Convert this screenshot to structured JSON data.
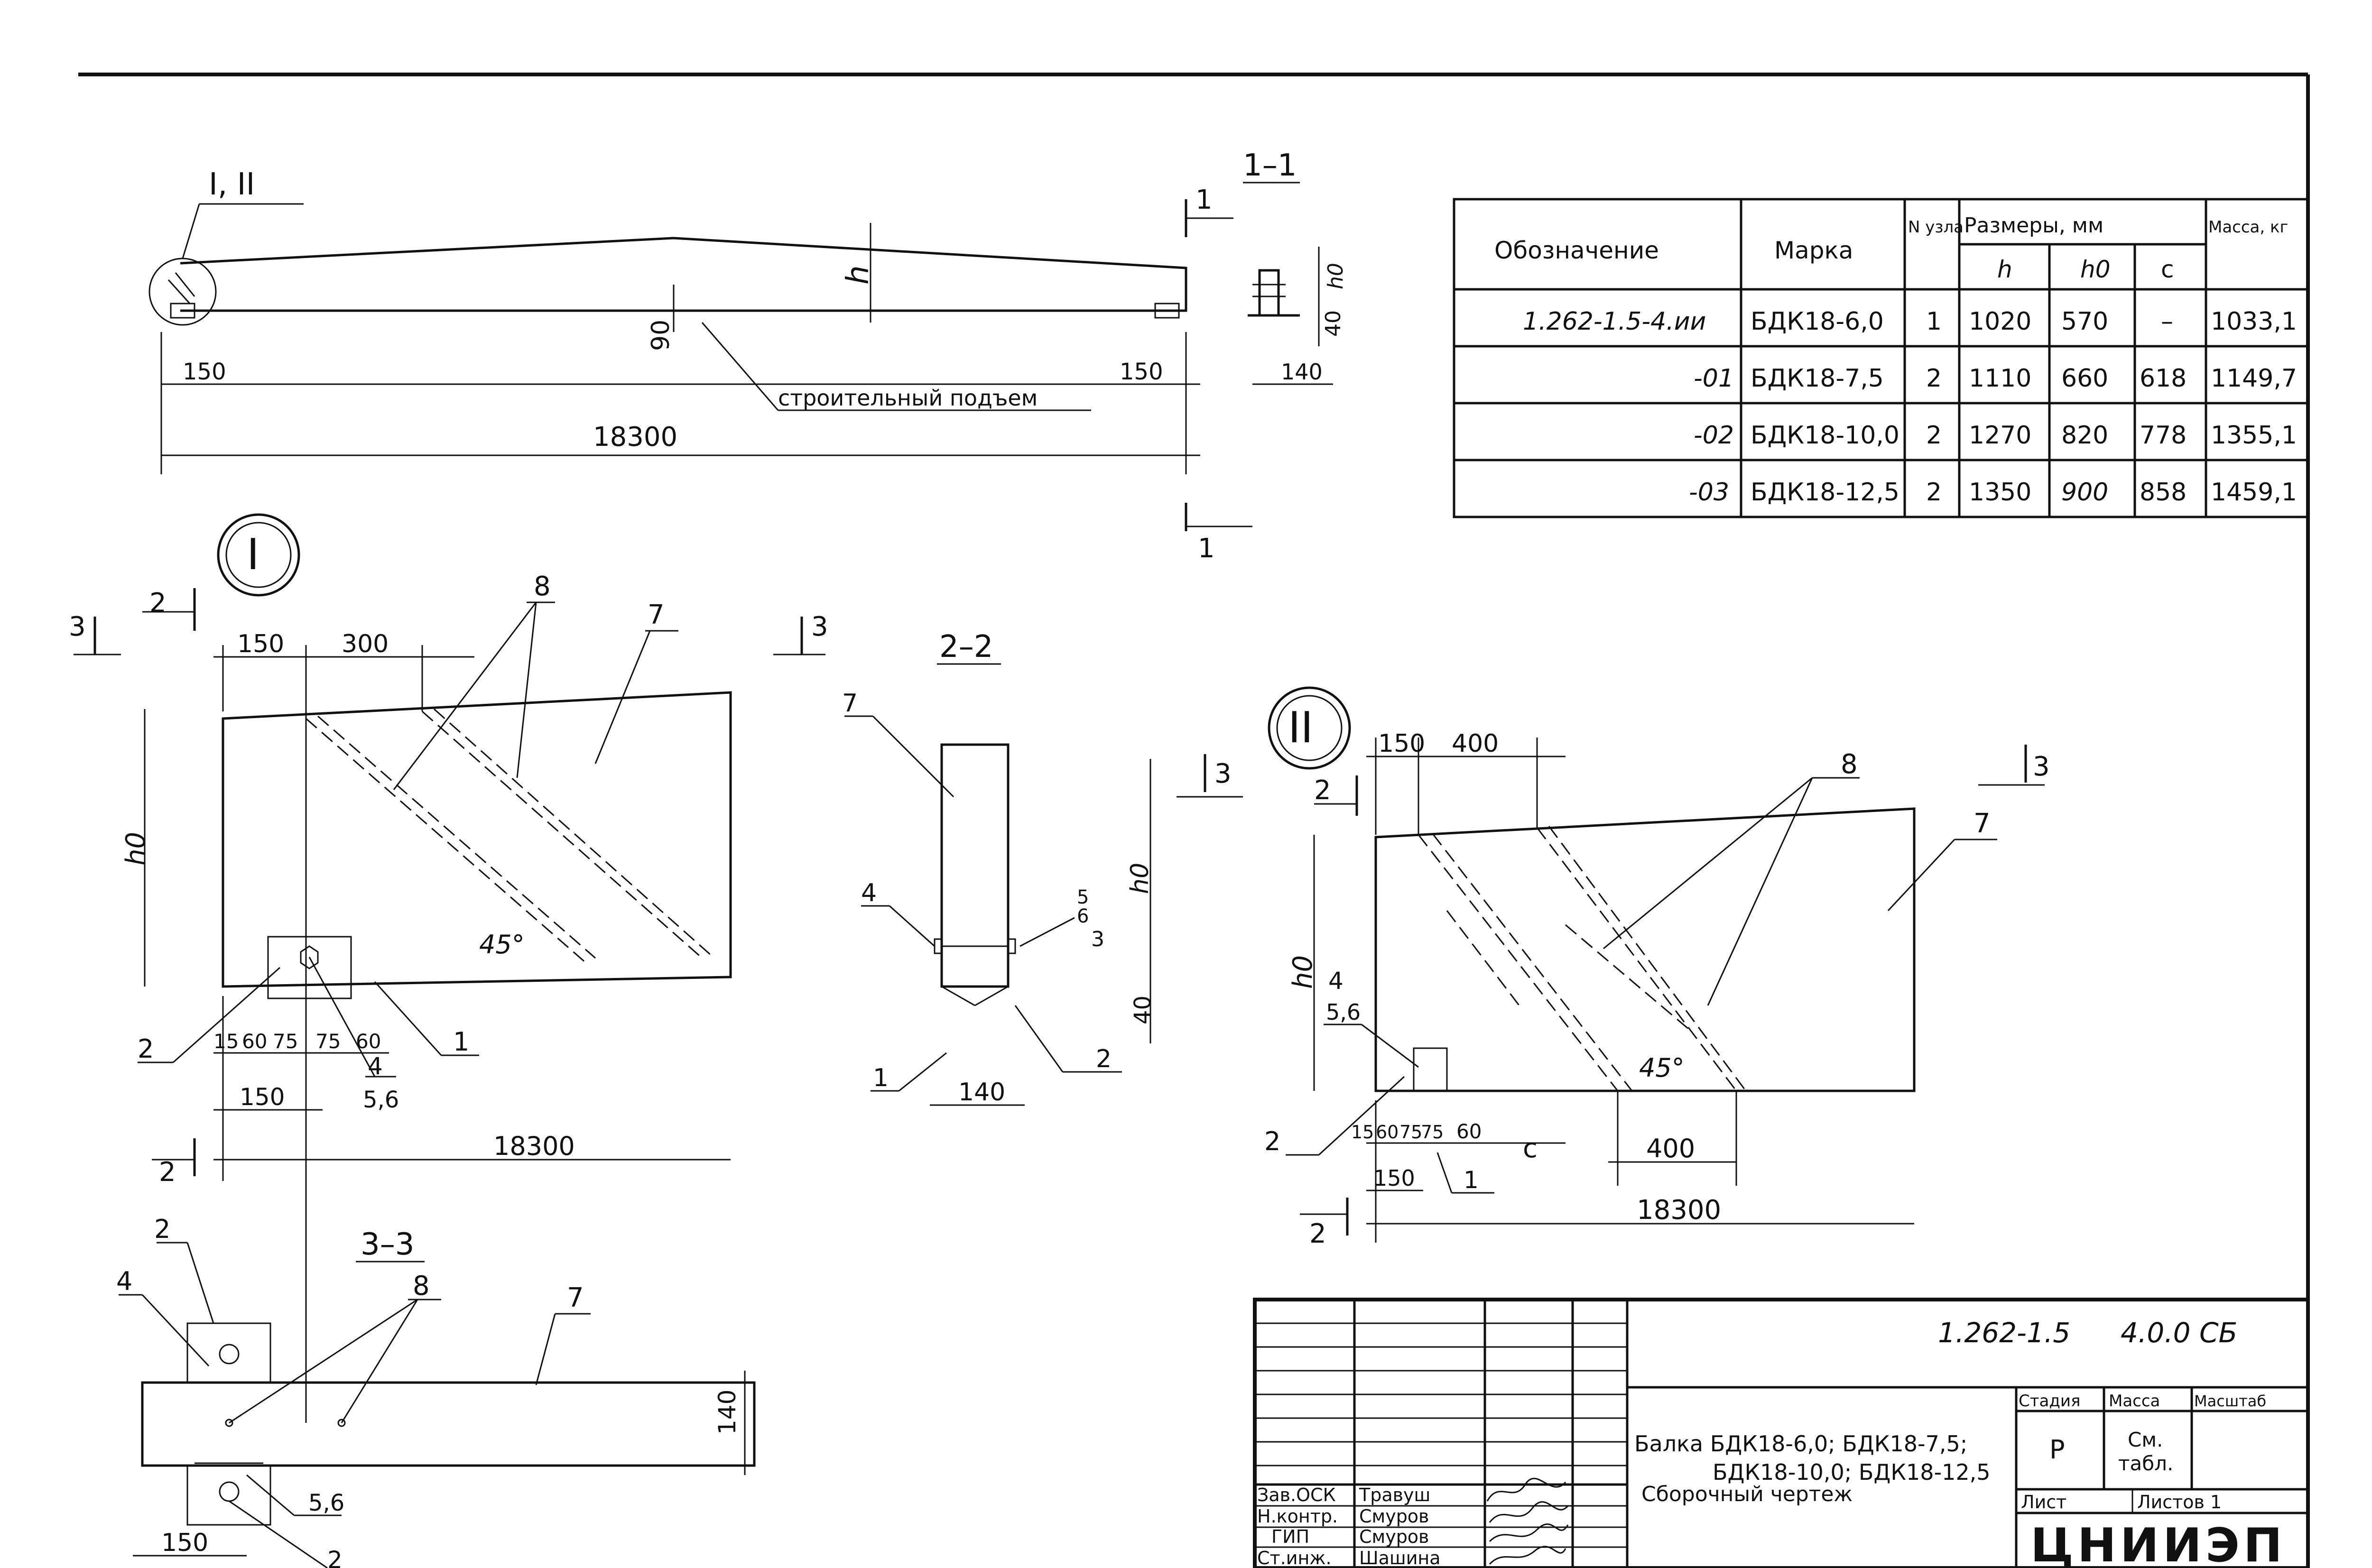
{
  "elevation": {
    "nodes_label": "I, II",
    "section_mark_label": "1–1",
    "cut_mark_1": "1",
    "dim_h": "h",
    "dim_90": "90",
    "camber_label": "строительный подъем",
    "dim_left_150": "150",
    "dim_right_150": "150",
    "length": "18300",
    "end_dim_h0": "h0",
    "end_dim_40": "40",
    "end_dim_140": "140"
  },
  "spec_table": {
    "headers": {
      "designation": "Обозначение",
      "mark": "Марка",
      "node": "N узла",
      "dimensions": "Размеры, мм",
      "h": "h",
      "h0": "h0",
      "c": "c",
      "mass": "Масса, кг"
    },
    "rows": [
      {
        "designation": "1.262-1.5-4.ии",
        "mark": "БДК18-6,0",
        "node": "1",
        "h": "1020",
        "h0": "570",
        "c": "–",
        "mass": "1033,1"
      },
      {
        "designation": "-01",
        "mark": "БДК18-7,5",
        "node": "2",
        "h": "1110",
        "h0": "660",
        "c": "618",
        "mass": "1149,7"
      },
      {
        "designation": "-02",
        "mark": "БДК18-10,0",
        "node": "2",
        "h": "1270",
        "h0": "820",
        "c": "778",
        "mass": "1355,1"
      },
      {
        "designation": "-03",
        "mark": "БДК18-12,5",
        "node": "2",
        "h": "1350",
        "h0": "900",
        "c": "858",
        "mass": "1459,1"
      }
    ]
  },
  "node_I": {
    "label": "I",
    "cut_2": "2",
    "cut_3": "3",
    "dim_150": "150",
    "dim_300": "300",
    "callout_8": "8",
    "callout_7": "7",
    "dim_h0": "h0",
    "angle": "45°",
    "dims_bottom": [
      "15",
      "60",
      "75",
      "75",
      "60"
    ],
    "callout_2": "2",
    "callout_4": "4",
    "callout_56": "5,6",
    "callout_1": "1",
    "dim_150b": "150",
    "length": "18300"
  },
  "section_2_2": {
    "title": "2–2",
    "callout_7": "7",
    "callout_4": "4",
    "callout_5": "5",
    "callout_6": "6",
    "callout_3": "3",
    "callout_1": "1",
    "callout_2": "2",
    "dim_h0": "h0",
    "dim_40": "40",
    "dim_140": "140",
    "cut_3": "3"
  },
  "node_II": {
    "label": "II",
    "cut_2": "2",
    "cut_3": "3",
    "dim_150": "150",
    "dim_400": "400",
    "callout_8": "8",
    "callout_7": "7",
    "callout_4": "4",
    "callout_56": "5,6",
    "dim_h0": "h0",
    "angle": "45°",
    "dims_bottom": [
      "15",
      "60",
      "75",
      "75",
      "60"
    ],
    "dim_c": "c",
    "dim_400b": "400",
    "callout_2": "2",
    "callout_1": "1",
    "dim_150b": "150",
    "length": "18300"
  },
  "section_3_3": {
    "title": "3–3",
    "callout_2": "2",
    "callout_4": "4",
    "callout_8": "8",
    "callout_7": "7",
    "callout_56": "5,6",
    "dim_140": "140",
    "dim_150": "150",
    "callout_2b": "2"
  },
  "title_block": {
    "document_code": "1.262-1.5",
    "sheet_code": "4.0.0 СБ",
    "title_line1": "Балка БДК18-6,0; БДК18-7,5;",
    "title_line2": "БДК18-10,0; БДК18-12,5",
    "title_line3": "Сборочный чертеж",
    "stage_header": "Стадия",
    "mass_header": "Масса",
    "scale_header": "Масштаб",
    "stage_value": "Р",
    "mass_value_1": "См.",
    "mass_value_2": "табл.",
    "sheet_label": "Лист",
    "sheets_label": "Листов 1",
    "organization": "ЦНИИЭП",
    "signatures": [
      {
        "role": "Зав.ОСК",
        "name": "Травуш"
      },
      {
        "role": "Н.контр.",
        "name": "Смуров"
      },
      {
        "role": "ГИП",
        "name": "Смуров"
      },
      {
        "role": "Ст.инж.",
        "name": "Шашина"
      }
    ]
  }
}
